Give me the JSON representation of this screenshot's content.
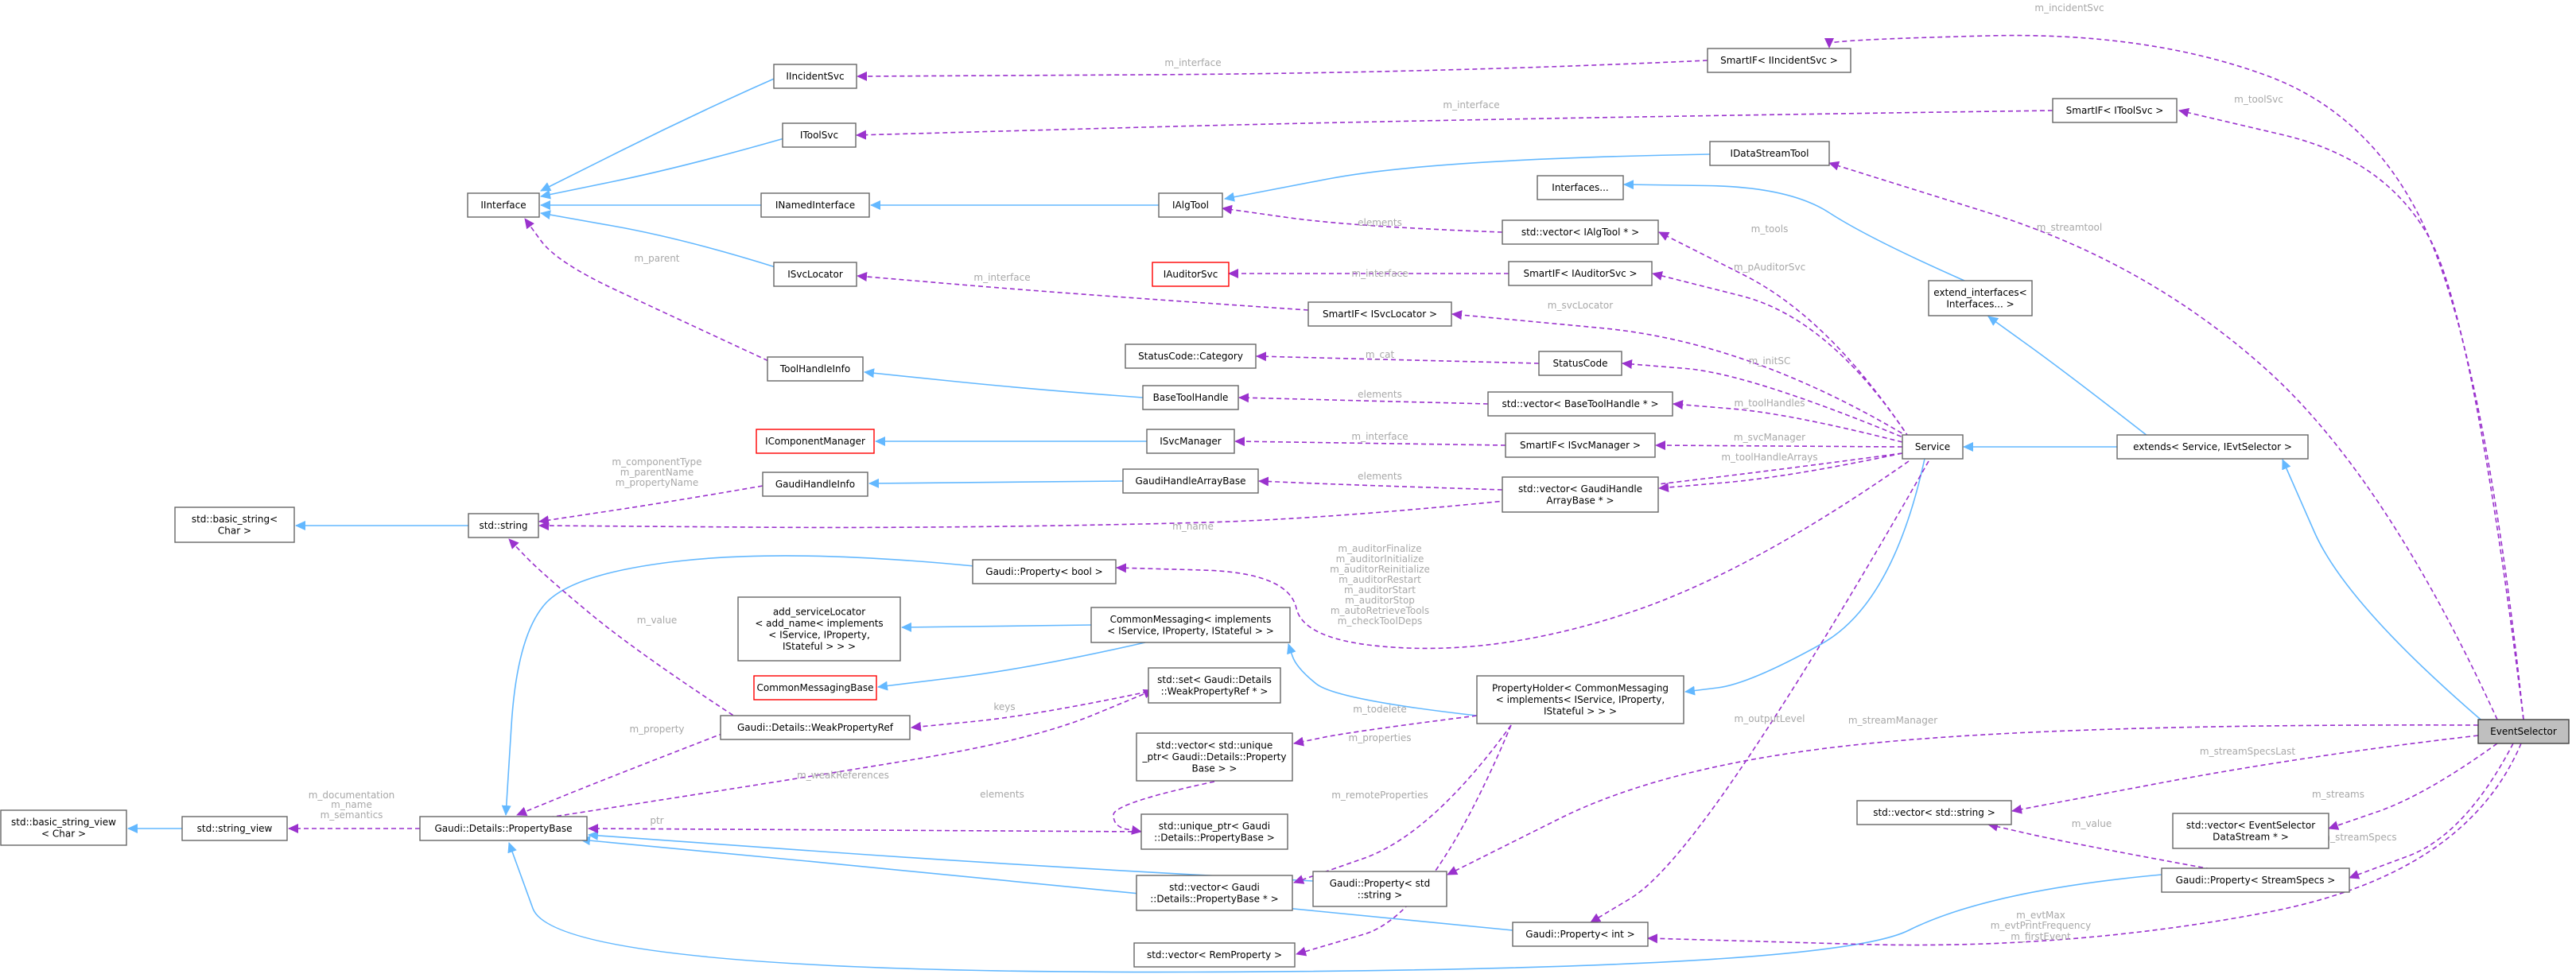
{
  "nodes": [
    {
      "id": "IInterface",
      "lines": [
        "IInterface"
      ]
    },
    {
      "id": "IIncidentSvc",
      "lines": [
        "IIncidentSvc"
      ]
    },
    {
      "id": "IToolSvc",
      "lines": [
        "IToolSvc"
      ]
    },
    {
      "id": "INamedInterface",
      "lines": [
        "INamedInterface"
      ]
    },
    {
      "id": "ISvcLocator",
      "lines": [
        "ISvcLocator"
      ]
    },
    {
      "id": "ToolHandleInfo",
      "lines": [
        "ToolHandleInfo"
      ]
    },
    {
      "id": "IComponentManager",
      "lines": [
        "IComponentManager"
      ],
      "style": "red"
    },
    {
      "id": "GaudiHandleInfo",
      "lines": [
        "GaudiHandleInfo"
      ]
    },
    {
      "id": "StdString",
      "lines": [
        "std::string"
      ]
    },
    {
      "id": "StdBasicString",
      "lines": [
        "std::basic_string<",
        "Char >"
      ]
    },
    {
      "id": "AddServiceLocator",
      "lines": [
        "add_serviceLocator",
        "< add_name< implements",
        "< IService, IProperty,",
        "IStateful > > >"
      ]
    },
    {
      "id": "CommonMessagingBase",
      "lines": [
        "CommonMessagingBase"
      ],
      "style": "red"
    },
    {
      "id": "WeakPropertyRef",
      "lines": [
        "Gaudi::Details::WeakPropertyRef"
      ]
    },
    {
      "id": "StdBasicStringView",
      "lines": [
        "std::basic_string_view",
        "< Char >"
      ]
    },
    {
      "id": "StdStringView",
      "lines": [
        "std::string_view"
      ]
    },
    {
      "id": "PropertyBase",
      "lines": [
        "Gaudi::Details::PropertyBase"
      ]
    },
    {
      "id": "IAlgTool",
      "lines": [
        "IAlgTool"
      ]
    },
    {
      "id": "IAuditorSvc",
      "lines": [
        "IAuditorSvc"
      ],
      "style": "red"
    },
    {
      "id": "StatusCodeCategory",
      "lines": [
        "StatusCode::Category"
      ]
    },
    {
      "id": "BaseToolHandle",
      "lines": [
        "BaseToolHandle"
      ]
    },
    {
      "id": "ISvcManager",
      "lines": [
        "ISvcManager"
      ]
    },
    {
      "id": "GaudiHandleArrayBase",
      "lines": [
        "GaudiHandleArrayBase"
      ]
    },
    {
      "id": "PropertyBool",
      "lines": [
        "Gaudi::Property< bool >"
      ]
    },
    {
      "id": "CommonMessaging",
      "lines": [
        "CommonMessaging< implements",
        "< IService, IProperty, IStateful > >"
      ]
    },
    {
      "id": "StdSetWeak",
      "lines": [
        "std::set< Gaudi::Details",
        "::WeakPropertyRef * >"
      ]
    },
    {
      "id": "StdVectorUniquePtr",
      "lines": [
        "std::vector< std::unique",
        "_ptr< Gaudi::Details::Property",
        "Base > >"
      ]
    },
    {
      "id": "StdUniquePtr",
      "lines": [
        "std::unique_ptr< Gaudi",
        "::Details::PropertyBase >"
      ]
    },
    {
      "id": "StdVectorPropBasePtr",
      "lines": [
        "std::vector< Gaudi",
        "::Details::PropertyBase * >"
      ]
    },
    {
      "id": "StdVectorRemProperty",
      "lines": [
        "std::vector< RemProperty >"
      ]
    },
    {
      "id": "SmartIFIncident",
      "lines": [
        "SmartIF< IIncidentSvc >"
      ]
    },
    {
      "id": "SmartIFToolSvc",
      "lines": [
        "SmartIF< IToolSvc >"
      ]
    },
    {
      "id": "IDataStreamTool",
      "lines": [
        "IDataStreamTool"
      ]
    },
    {
      "id": "Interfaces",
      "lines": [
        "Interfaces..."
      ]
    },
    {
      "id": "StdVectorIAlgTool",
      "lines": [
        "std::vector< IAlgTool * >"
      ]
    },
    {
      "id": "SmartIFAuditor",
      "lines": [
        "SmartIF< IAuditorSvc >"
      ]
    },
    {
      "id": "SmartIFSvcLocator",
      "lines": [
        "SmartIF< ISvcLocator >"
      ]
    },
    {
      "id": "StatusCode",
      "lines": [
        "StatusCode"
      ]
    },
    {
      "id": "StdVectorBaseToolHandle",
      "lines": [
        "std::vector< BaseToolHandle * >"
      ]
    },
    {
      "id": "SmartIFSvcManager",
      "lines": [
        "SmartIF< ISvcManager >"
      ]
    },
    {
      "id": "StdVectorGaudiHandle",
      "lines": [
        "std::vector< GaudiHandle",
        "ArrayBase * >"
      ]
    },
    {
      "id": "PropertyHolder",
      "lines": [
        "PropertyHolder< CommonMessaging",
        "< implements< IService, IProperty,",
        "IStateful > > >"
      ]
    },
    {
      "id": "PropertyStdString",
      "lines": [
        "Gaudi::Property< std",
        "::string >"
      ]
    },
    {
      "id": "PropertyInt",
      "lines": [
        "Gaudi::Property< int >"
      ]
    },
    {
      "id": "ExtendInterfaces",
      "lines": [
        "extend_interfaces<",
        "Interfaces... >"
      ]
    },
    {
      "id": "Service",
      "lines": [
        "Service"
      ]
    },
    {
      "id": "StdVectorStdString",
      "lines": [
        "std::vector< std::string >"
      ]
    },
    {
      "id": "ExtendsService",
      "lines": [
        "extends< Service, IEvtSelector >"
      ]
    },
    {
      "id": "StdVectorEvtSelectorDataStream",
      "lines": [
        "std::vector< EventSelector",
        "DataStream * >"
      ]
    },
    {
      "id": "PropertyStreamSpecs",
      "lines": [
        "Gaudi::Property< StreamSpecs >"
      ]
    },
    {
      "id": "EventSelector",
      "lines": [
        "EventSelector"
      ],
      "style": "highlight"
    }
  ],
  "edges": [
    {
      "from": "IIncidentSvc",
      "to": "IInterface",
      "kind": "inheritance"
    },
    {
      "from": "IToolSvc",
      "to": "IInterface",
      "kind": "inheritance"
    },
    {
      "from": "INamedInterface",
      "to": "IInterface",
      "kind": "inheritance"
    },
    {
      "from": "ISvcLocator",
      "to": "IInterface",
      "kind": "inheritance"
    },
    {
      "from": "IAlgTool",
      "to": "INamedInterface",
      "kind": "inheritance"
    },
    {
      "from": "IDataStreamTool",
      "to": "IAlgTool",
      "kind": "inheritance"
    },
    {
      "from": "BaseToolHandle",
      "to": "ToolHandleInfo",
      "kind": "inheritance"
    },
    {
      "from": "ISvcManager",
      "to": "IComponentManager",
      "kind": "inheritance"
    },
    {
      "from": "GaudiHandleArrayBase",
      "to": "GaudiHandleInfo",
      "kind": "inheritance"
    },
    {
      "from": "StdString",
      "to": "StdBasicString",
      "kind": "inheritance"
    },
    {
      "from": "StdStringView",
      "to": "StdBasicStringView",
      "kind": "inheritance"
    },
    {
      "from": "CommonMessaging",
      "to": "AddServiceLocator",
      "kind": "inheritance"
    },
    {
      "from": "CommonMessaging",
      "to": "CommonMessagingBase",
      "kind": "inheritance"
    },
    {
      "from": "PropertyBool",
      "to": "PropertyBase",
      "kind": "inheritance"
    },
    {
      "from": "PropertyStdString",
      "to": "PropertyBase",
      "kind": "inheritance"
    },
    {
      "from": "PropertyInt",
      "to": "PropertyBase",
      "kind": "inheritance"
    },
    {
      "from": "PropertyStreamSpecs",
      "to": "PropertyBase",
      "kind": "inheritance"
    },
    {
      "from": "PropertyHolder",
      "to": "CommonMessaging",
      "kind": "inheritance"
    },
    {
      "from": "Service",
      "to": "PropertyHolder",
      "kind": "inheritance"
    },
    {
      "from": "ExtendInterfaces",
      "to": "Interfaces",
      "kind": "inheritance"
    },
    {
      "from": "ExtendsService",
      "to": "Service",
      "kind": "inheritance"
    },
    {
      "from": "ExtendsService",
      "to": "ExtendInterfaces",
      "kind": "inheritance"
    },
    {
      "from": "EventSelector",
      "to": "ExtendsService",
      "kind": "inheritance"
    },
    {
      "from": "SmartIFIncident",
      "to": "IIncidentSvc",
      "kind": "usage",
      "labels": [
        "m_interface"
      ]
    },
    {
      "from": "SmartIFToolSvc",
      "to": "IToolSvc",
      "kind": "usage",
      "labels": [
        "m_interface"
      ]
    },
    {
      "from": "StdVectorIAlgTool",
      "to": "IAlgTool",
      "kind": "usage",
      "labels": [
        "elements"
      ]
    },
    {
      "from": "SmartIFAuditor",
      "to": "IAuditorSvc",
      "kind": "usage",
      "labels": [
        "m_interface"
      ]
    },
    {
      "from": "SmartIFSvcLocator",
      "to": "ISvcLocator",
      "kind": "usage",
      "labels": [
        "m_interface"
      ]
    },
    {
      "from": "StatusCode",
      "to": "StatusCodeCategory",
      "kind": "usage",
      "labels": [
        "m_cat"
      ]
    },
    {
      "from": "StdVectorBaseToolHandle",
      "to": "BaseToolHandle",
      "kind": "usage",
      "labels": [
        "elements"
      ]
    },
    {
      "from": "SmartIFSvcManager",
      "to": "ISvcManager",
      "kind": "usage",
      "labels": [
        "m_interface"
      ]
    },
    {
      "from": "StdVectorGaudiHandle",
      "to": "GaudiHandleArrayBase",
      "kind": "usage",
      "labels": [
        "elements"
      ]
    },
    {
      "from": "ToolHandleInfo",
      "to": "IInterface",
      "kind": "usage",
      "labels": [
        "m_parent"
      ]
    },
    {
      "from": "GaudiHandleInfo",
      "to": "StdString",
      "kind": "usage",
      "labels": [
        "m_componentType",
        "m_parentName",
        "m_propertyName"
      ]
    },
    {
      "from": "WeakPropertyRef",
      "to": "StdString",
      "kind": "usage",
      "labels": [
        "m_value"
      ]
    },
    {
      "from": "WeakPropertyRef",
      "to": "PropertyBase",
      "kind": "usage",
      "labels": [
        "m_property"
      ]
    },
    {
      "from": "PropertyBase",
      "to": "StdStringView",
      "kind": "usage",
      "labels": [
        "m_documentation",
        "m_name",
        "m_semantics"
      ]
    },
    {
      "from": "StdSetWeak",
      "to": "WeakPropertyRef",
      "kind": "usage",
      "labels": [
        "keys"
      ]
    },
    {
      "from": "PropertyBase",
      "to": "StdSetWeak",
      "kind": "usage",
      "labels": [
        "m_weakReferences"
      ]
    },
    {
      "from": "StdUniquePtr",
      "to": "PropertyBase",
      "kind": "usage",
      "labels": [
        "ptr"
      ]
    },
    {
      "from": "StdVectorUniquePtr",
      "to": "StdUniquePtr",
      "kind": "usage",
      "labels": [
        "elements"
      ]
    },
    {
      "from": "PropertyHolder",
      "to": "StdVectorUniquePtr",
      "kind": "usage",
      "labels": [
        "m_todelete"
      ]
    },
    {
      "from": "PropertyHolder",
      "to": "StdVectorPropBasePtr",
      "kind": "usage",
      "labels": [
        "m_properties"
      ]
    },
    {
      "from": "PropertyHolder",
      "to": "StdVectorRemProperty",
      "kind": "usage",
      "labels": [
        "m_remoteProperties"
      ]
    },
    {
      "from": "Service",
      "to": "StdVectorIAlgTool",
      "kind": "usage",
      "labels": [
        "m_tools"
      ]
    },
    {
      "from": "Service",
      "to": "SmartIFAuditor",
      "kind": "usage",
      "labels": [
        "m_pAuditorSvc"
      ]
    },
    {
      "from": "Service",
      "to": "SmartIFSvcLocator",
      "kind": "usage",
      "labels": [
        "m_svcLocator"
      ]
    },
    {
      "from": "Service",
      "to": "StatusCode",
      "kind": "usage",
      "labels": [
        "m_initSC"
      ]
    },
    {
      "from": "Service",
      "to": "StdVectorBaseToolHandle",
      "kind": "usage",
      "labels": [
        "m_toolHandles"
      ]
    },
    {
      "from": "Service",
      "to": "SmartIFSvcManager",
      "kind": "usage",
      "labels": [
        "m_svcManager"
      ]
    },
    {
      "from": "Service",
      "to": "StdVectorGaudiHandle",
      "kind": "usage",
      "labels": [
        "m_toolHandleArrays"
      ]
    },
    {
      "from": "Service",
      "to": "StdString",
      "kind": "usage",
      "labels": [
        "m_name"
      ]
    },
    {
      "from": "Service",
      "to": "PropertyBool",
      "kind": "usage",
      "labels": [
        "m_auditorFinalize",
        "m_auditorInitialize",
        "m_auditorReinitialize",
        "m_auditorRestart",
        "m_auditorStart",
        "m_auditorStop",
        "m_autoRetrieveTools",
        "m_checkToolDeps"
      ]
    },
    {
      "from": "Service",
      "to": "PropertyInt",
      "kind": "usage",
      "labels": [
        "m_outputLevel"
      ]
    },
    {
      "from": "EventSelector",
      "to": "SmartIFIncident",
      "kind": "usage",
      "labels": [
        "m_incidentSvc"
      ]
    },
    {
      "from": "EventSelector",
      "to": "SmartIFToolSvc",
      "kind": "usage",
      "labels": [
        "m_toolSvc"
      ]
    },
    {
      "from": "EventSelector",
      "to": "IDataStreamTool",
      "kind": "usage",
      "labels": [
        "m_streamtool"
      ]
    },
    {
      "from": "EventSelector",
      "to": "PropertyStdString",
      "kind": "usage",
      "labels": [
        "m_streamManager"
      ]
    },
    {
      "from": "EventSelector",
      "to": "StdVectorStdString",
      "kind": "usage",
      "labels": [
        "m_streamSpecsLast"
      ]
    },
    {
      "from": "EventSelector",
      "to": "StdVectorEvtSelectorDataStream",
      "kind": "usage",
      "labels": [
        "m_streams"
      ]
    },
    {
      "from": "EventSelector",
      "to": "PropertyStreamSpecs",
      "kind": "usage",
      "labels": [
        "m_streamSpecs"
      ]
    },
    {
      "from": "EventSelector",
      "to": "PropertyInt",
      "kind": "usage",
      "labels": [
        "m_evtMax",
        "m_evtPrintFrequency",
        "m_firstEvent"
      ]
    },
    {
      "from": "PropertyStreamSpecs",
      "to": "StdVectorStdString",
      "kind": "usage",
      "labels": [
        "m_value"
      ]
    }
  ]
}
